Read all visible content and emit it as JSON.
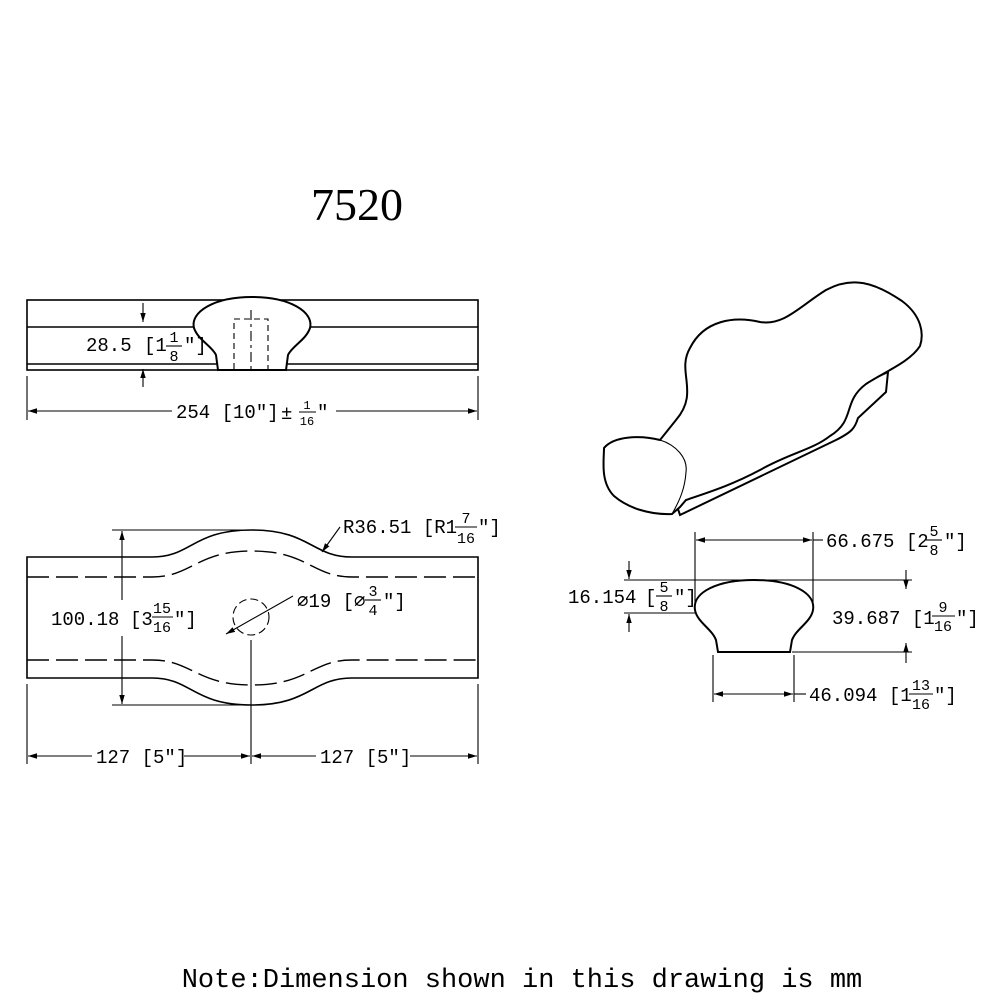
{
  "title": "7520",
  "note": "Note:Dimension shown in this drawing is mm",
  "colors": {
    "line": "#000000",
    "background": "#ffffff"
  },
  "side_view": {
    "height_mm": "28.5",
    "height_in_whole": "[1",
    "height_in_num": "1",
    "height_in_den": "8",
    "height_in_close": "″]",
    "length_label": "254 [10″]",
    "tolerance_pm": "±",
    "tolerance_num": "1",
    "tolerance_den": "16",
    "tolerance_close": "″"
  },
  "top_view": {
    "radius_label": "R36.51 [R1",
    "radius_num": "7",
    "radius_den": "16",
    "radius_close": "″]",
    "width_mm": "100.18",
    "width_in_whole": "[3",
    "width_in_num": "15",
    "width_in_den": "16",
    "width_in_close": "″]",
    "hole_label": "⌀19 [⌀",
    "hole_num": "3",
    "hole_den": "4",
    "hole_close": "″]",
    "left_half": "127 [5″]",
    "right_half": "127 [5″]"
  },
  "profile_view": {
    "top_width_label": "66.675 [2",
    "top_width_num": "5",
    "top_width_den": "8",
    "top_width_close": "″]",
    "cap_height_mm": "16.154",
    "cap_height_open": "[",
    "cap_height_num": "5",
    "cap_height_den": "8",
    "cap_height_close": "″]",
    "height_label": "39.687 [1",
    "height_num": "9",
    "height_den": "16",
    "height_close": "″]",
    "base_width_label": "46.094 [1",
    "base_width_num": "13",
    "base_width_den": "16",
    "base_width_close": "″]"
  }
}
